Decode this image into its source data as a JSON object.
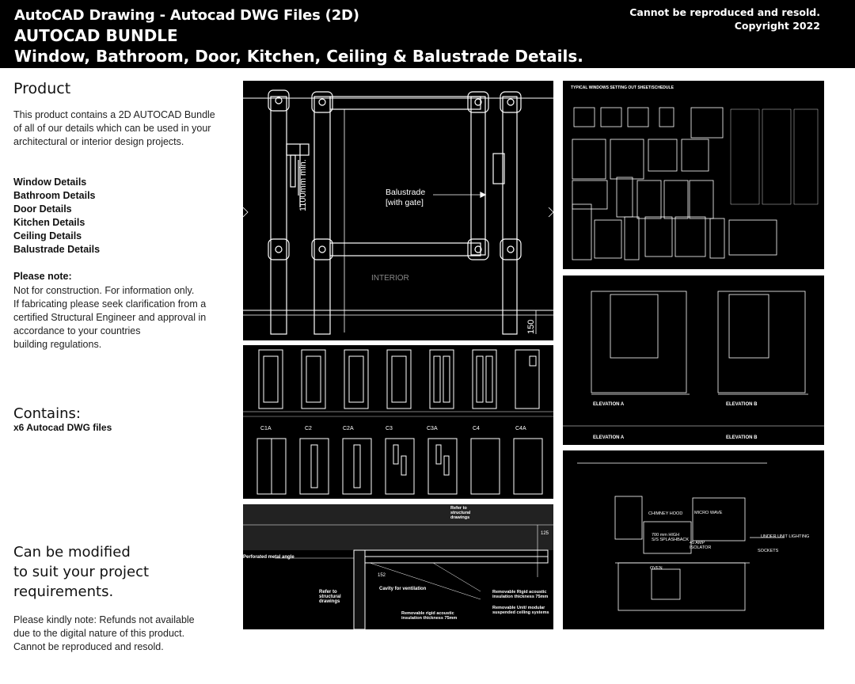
{
  "header": {
    "title_line1": "AutoCAD Drawing - Autocad DWG Files (2D)",
    "title_line2": "AUTOCAD BUNDLE",
    "title_line3": "Window, Bathroom, Door, Kitchen, Ceiling & Balustrade Details.",
    "rights_line1": "Cannot be reproduced and resold.",
    "rights_line2": "Copyright 2022"
  },
  "product": {
    "heading": "Product",
    "description": "This product contains a 2D AUTOCAD Bundle of all of our details which can be used in your architectural or interior design projects.",
    "details": [
      "Window Details",
      "Bathroom Details",
      "Door Details",
      "Kitchen Details",
      "Ceiling Details",
      "Balustrade Details"
    ],
    "note_heading": "Please note:",
    "note_lines": [
      "Not for construction. For information only.",
      "If fabricating please seek clarification from a certified Structural Engineer and approval in accordance to your countries",
      "building regulations."
    ]
  },
  "contains": {
    "heading": "Contains:",
    "text": "x6 Autocad DWG files"
  },
  "modify": {
    "lines": [
      "Can be modified",
      "to suit your project",
      "requirements."
    ]
  },
  "refund": {
    "text": "Please kindly note: Refunds not available due to the digital nature of this product. Cannot be reproduced and resold."
  },
  "balustrade_panel": {
    "label_line1": "Balustrade",
    "label_line2": "[with gate]",
    "height_dim": "1100mm min.",
    "interior": "INTERIOR",
    "small_dim": "150"
  },
  "doors_panel": {
    "door_codes": [
      "C1A",
      "C2",
      "C2A",
      "C3",
      "C3A",
      "C4",
      "C4A"
    ]
  },
  "ceiling_panel": {
    "labels": {
      "perforated": "Perforated metal angle",
      "refer_structural": "Refer to structural drawings",
      "refer_structural_top": "Refer to structural drawings",
      "cavity": "Cavity for ventilation",
      "dim_152": "152",
      "dim_125": "125",
      "removable_rigid": "Removable Rigid acoustic insulation thickness 75mm",
      "removable_unit": "Removable Unit/ modular suspended ceiling systems",
      "removable_rigid2": "Removable rigid acoustic insulation thickness 75mm"
    }
  },
  "windows_panel": {
    "title": "TYPICAL WINDOWS SETTING OUT SHEET/SCHEDULE"
  },
  "bathroom_panel": {
    "elev_a": "ELEVATION A",
    "elev_b": "ELEVATION B"
  },
  "kitchen_panel": {
    "chimney": "CHIMNEY HOOD",
    "splash_line1": "700 mm HIGH",
    "splash_line2": "S/S SPLASHBACK",
    "amp_line1": "45 AMP",
    "amp_line2": "ISOLATOR",
    "under_unit": "UNDER UNIT LIGHTING",
    "sockets": "SOCKETS",
    "oven": "OVEN",
    "micro": "MICRO WAVE"
  }
}
